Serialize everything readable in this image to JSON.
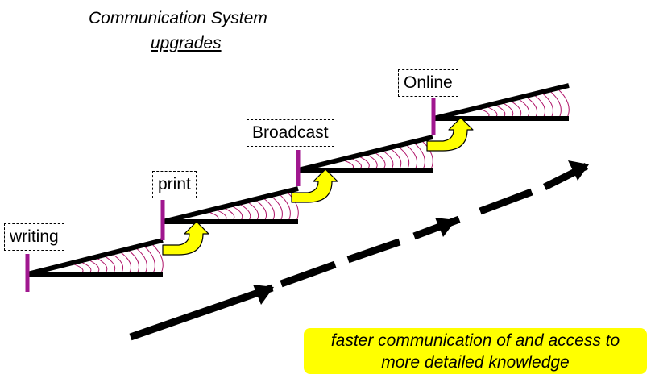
{
  "title": {
    "line1": "Communication System",
    "line2": "upgrades"
  },
  "stages": [
    {
      "label": "writing"
    },
    {
      "label": "print"
    },
    {
      "label": "Broadcast"
    },
    {
      "label": "Online"
    }
  ],
  "caption": {
    "line1": "faster communication of and access to",
    "line2": "more detailed knowledge"
  },
  "colors": {
    "stage_marker": "#a0178f",
    "hatch": "#b0156a",
    "upgrade_arrow": "#ffff00",
    "caption_bg": "#ffff00",
    "main_arrow": "#000000"
  }
}
